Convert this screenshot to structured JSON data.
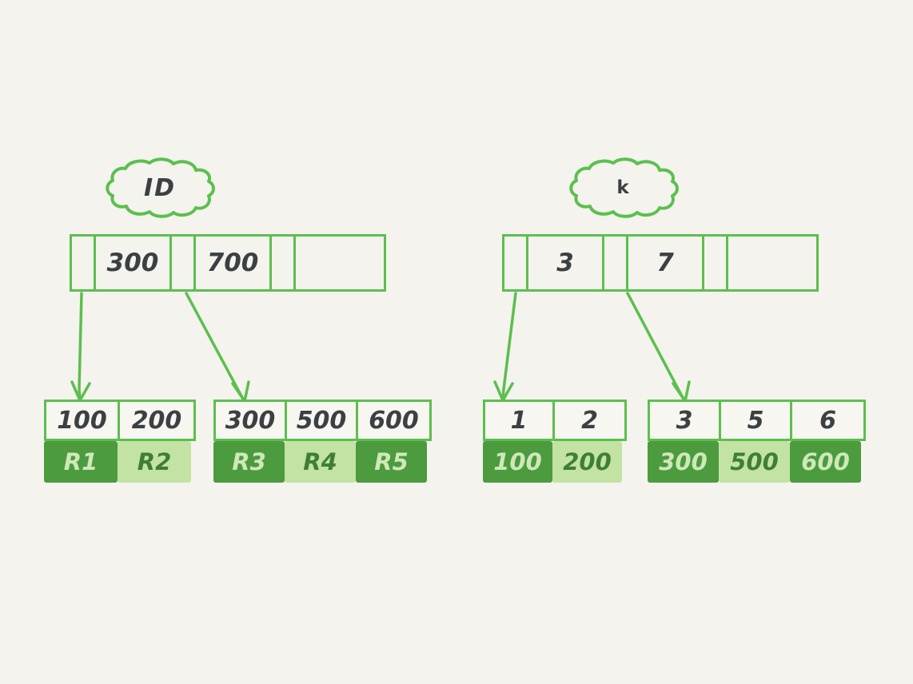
{
  "diagram": {
    "background_color": "#f4f3ee",
    "accent_color": "#5cbf4e",
    "dark_block_color": "#4c9b3f",
    "light_block_color": "#c3e3a4",
    "text_color": "#3b4043"
  },
  "trees": [
    {
      "name": "id-index-tree",
      "callout": "ID",
      "internal_node": {
        "cells": [
          "",
          "300",
          "",
          "700",
          "",
          ""
        ]
      },
      "leaves": [
        {
          "keys": [
            "100",
            "200"
          ],
          "records": [
            {
              "label": "R1",
              "shade": "dark"
            },
            {
              "label": "R2",
              "shade": "light"
            }
          ]
        },
        {
          "keys": [
            "300",
            "500",
            "600"
          ],
          "records": [
            {
              "label": "R3",
              "shade": "dark"
            },
            {
              "label": "R4",
              "shade": "light"
            },
            {
              "label": "R5",
              "shade": "dark"
            }
          ]
        }
      ]
    },
    {
      "name": "k-index-tree",
      "callout": "k",
      "internal_node": {
        "cells": [
          "",
          "3",
          "",
          "7",
          "",
          ""
        ]
      },
      "leaves": [
        {
          "keys": [
            "1",
            "2"
          ],
          "records": [
            {
              "label": "100",
              "shade": "dark"
            },
            {
              "label": "200",
              "shade": "light"
            }
          ]
        },
        {
          "keys": [
            "3",
            "5",
            "6"
          ],
          "records": [
            {
              "label": "300",
              "shade": "dark"
            },
            {
              "label": "500",
              "shade": "light"
            },
            {
              "label": "600",
              "shade": "dark"
            }
          ]
        }
      ]
    }
  ]
}
